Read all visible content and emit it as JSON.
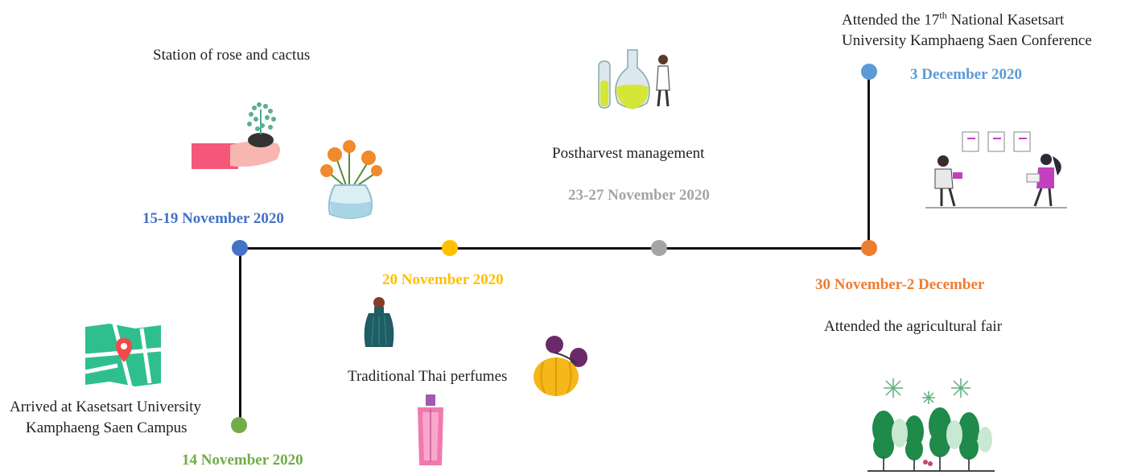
{
  "colors": {
    "blue": "#4472c4",
    "yellow": "#ffc000",
    "gray": "#a5a5a5",
    "orange": "#ed7d31",
    "light_blue": "#5b9bd5",
    "green": "#70ad47",
    "line": "#111111"
  },
  "events": {
    "arrival": {
      "label_line1": "Arrived at Kasetsart University",
      "label_line2": "Kamphaeng Saen Campus",
      "date": "14 November 2020"
    },
    "rose": {
      "label": "Station of rose and cactus",
      "date": "15-19 November 2020"
    },
    "perfume": {
      "label": "Traditional Thai perfumes",
      "date": "20 November 2020"
    },
    "postharvest": {
      "label": "Postharvest management",
      "date": "23-27 November 2020"
    },
    "fair": {
      "label": "Attended the agricultural fair",
      "date": "30 November-2 December"
    },
    "conference": {
      "label_pre": "Attended the 17",
      "label_sup": "th",
      "label_post": " National Kasetsart",
      "label_line2": "University Kamphaeng Saen Conference",
      "date": "3 December 2020"
    }
  },
  "icons": [
    "map-pin-icon",
    "hand-plant-icon",
    "flower-vase-icon",
    "perfume-bottle-blue-icon",
    "perfume-bottle-yellow-icon",
    "perfume-spray-icon",
    "lab-scientist-icon",
    "meeting-people-icon",
    "forest-fireworks-icon"
  ]
}
